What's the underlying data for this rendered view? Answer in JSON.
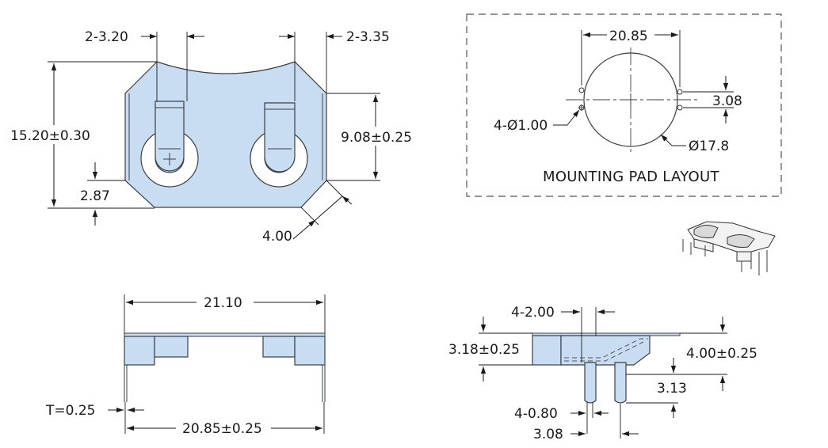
{
  "top_view": {
    "dim_left_tab": "2-3.20",
    "dim_right_tab": "2-3.35",
    "dim_height": "15.20±0.30",
    "dim_inner_height": "9.08±0.25",
    "dim_corner_offset": "2.87",
    "dim_chamfer": "4.00"
  },
  "mounting_pad": {
    "title": "MOUNTING PAD LAYOUT",
    "dim_pitch": "20.85",
    "dim_pad_spacing": "3.08",
    "dim_hole": "4-Ø1.00",
    "dim_circle": "Ø17.8"
  },
  "front_view": {
    "dim_width": "21.10",
    "dim_thickness": "T=0.25",
    "dim_pin_span": "20.85±0.25"
  },
  "side_view": {
    "dim_tab_width": "4-2.00",
    "dim_body_height": "3.18±0.25",
    "dim_total_height": "4.00±0.25",
    "dim_pin_length": "3.13",
    "dim_pin_width": "4-0.80",
    "dim_pin_pitch": "3.08"
  },
  "colors": {
    "part_fill": "#c9ddf2",
    "outline": "#3a3f45"
  }
}
